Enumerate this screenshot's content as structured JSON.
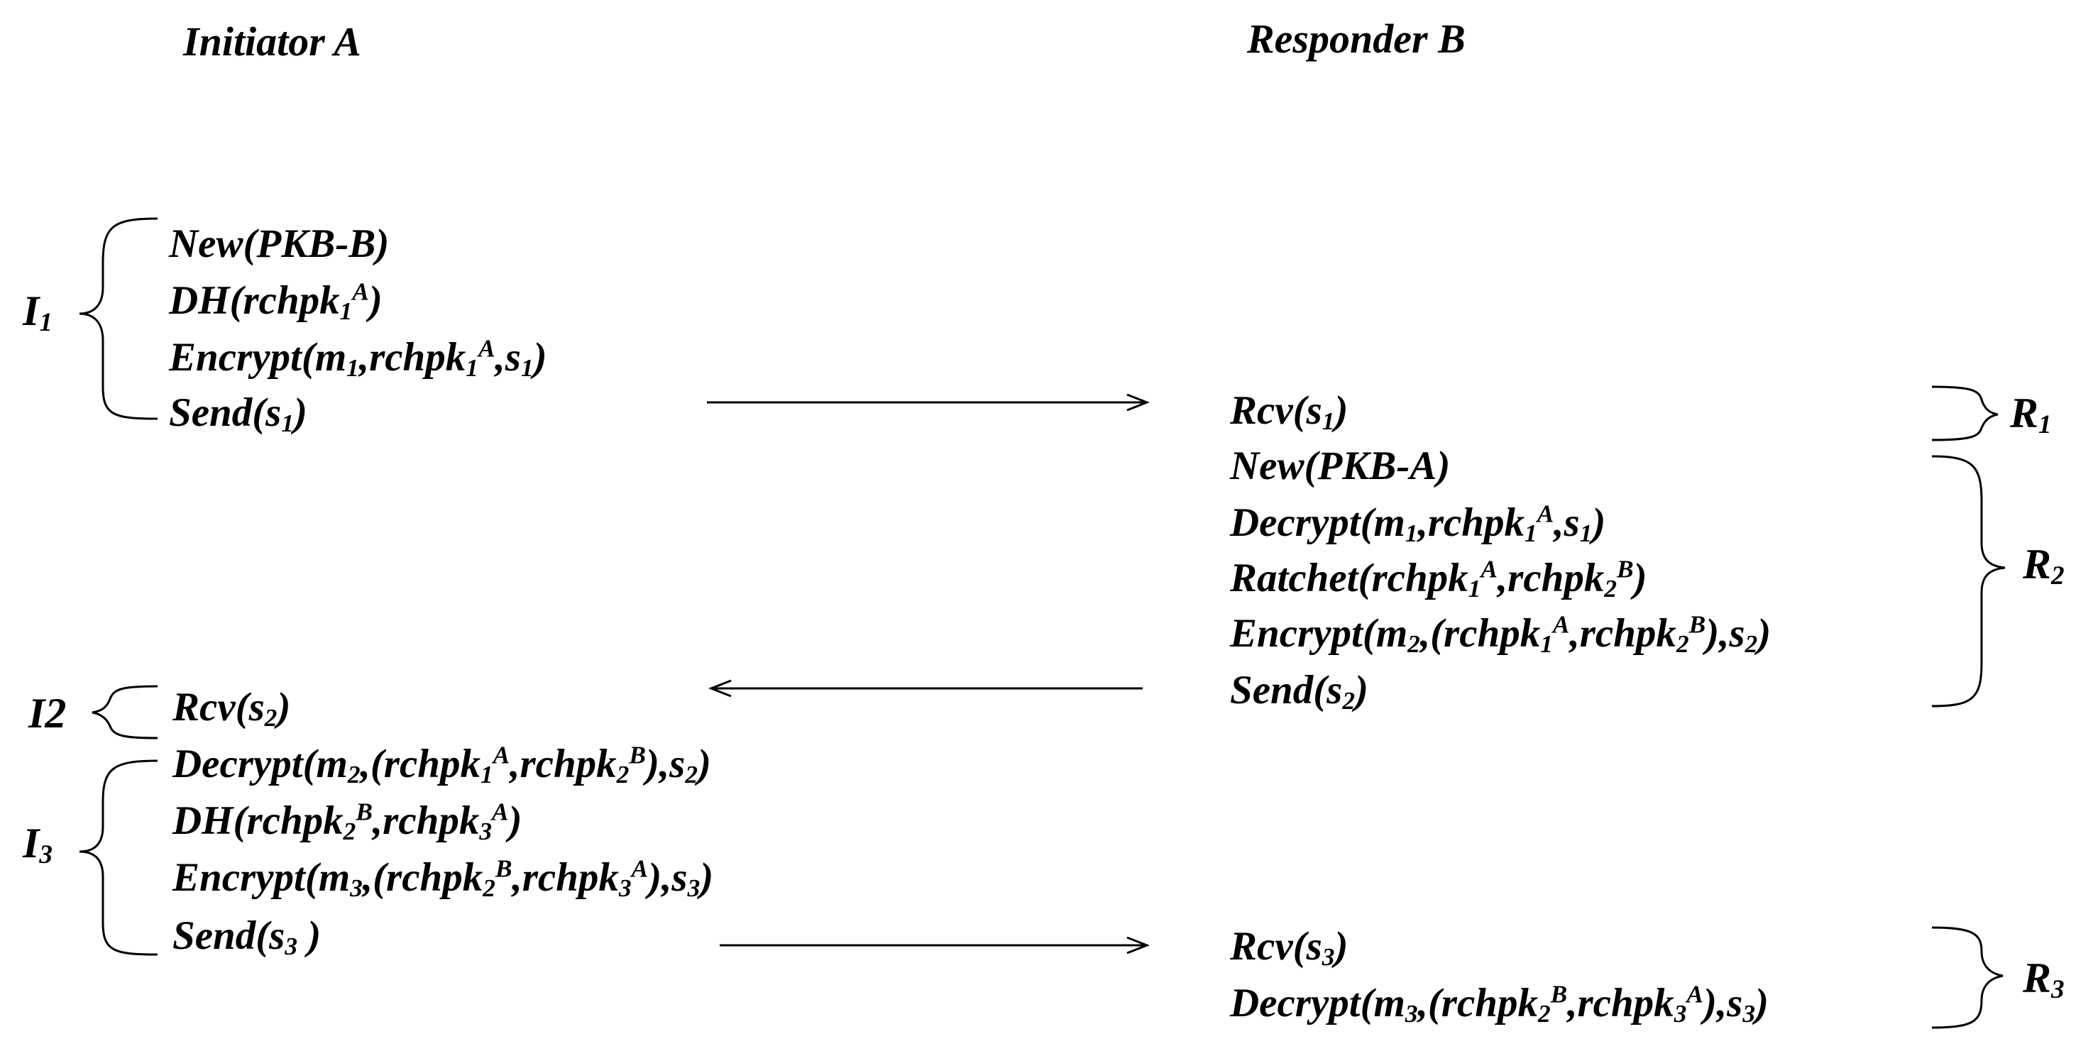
{
  "headers": {
    "initiator": "Initiator A",
    "responder": "Responder B"
  },
  "groups": {
    "i1": {
      "base": "I",
      "sub": "1"
    },
    "i2": {
      "text": "I2"
    },
    "i3": {
      "base": "I",
      "sub": "3"
    },
    "r1": {
      "base": "R",
      "sub": "1"
    },
    "r2": {
      "base": "R",
      "sub": "2"
    },
    "r3": {
      "base": "R",
      "sub": "3"
    }
  },
  "initiator_steps": [
    {
      "parts": [
        {
          "t": "New(PKB-B)"
        }
      ]
    },
    {
      "parts": [
        {
          "t": "DH(rchpk"
        },
        {
          "sub": "1"
        },
        {
          "sup": "A"
        },
        {
          "t": ")"
        }
      ]
    },
    {
      "parts": [
        {
          "t": "Encrypt(m"
        },
        {
          "sub": "1"
        },
        {
          "t": ",rchpk"
        },
        {
          "sub": "1"
        },
        {
          "sup": "A"
        },
        {
          "t": ",s"
        },
        {
          "sub": "1"
        },
        {
          "t": ")"
        }
      ]
    },
    {
      "parts": [
        {
          "t": "Send(s"
        },
        {
          "sub": "1"
        },
        {
          "t": ")"
        }
      ]
    },
    {
      "parts": [
        {
          "t": "Rcv(s"
        },
        {
          "sub": "2"
        },
        {
          "t": ")"
        }
      ]
    },
    {
      "parts": [
        {
          "t": "Decrypt(m"
        },
        {
          "sub": "2"
        },
        {
          "t": ",(rchpk"
        },
        {
          "sub": "1"
        },
        {
          "sup": "A"
        },
        {
          "t": ",rchpk"
        },
        {
          "sub": "2"
        },
        {
          "sup": "B"
        },
        {
          "t": "),s"
        },
        {
          "sub": "2"
        },
        {
          "t": ")"
        }
      ]
    },
    {
      "parts": [
        {
          "t": "DH(rchpk"
        },
        {
          "sub": "2"
        },
        {
          "sup": "B"
        },
        {
          "t": ",rchpk"
        },
        {
          "sub": "3"
        },
        {
          "sup": "A"
        },
        {
          "t": ")"
        }
      ]
    },
    {
      "parts": [
        {
          "t": "Encrypt(m"
        },
        {
          "sub": "3"
        },
        {
          "t": ",(rchpk"
        },
        {
          "sub": "2"
        },
        {
          "sup": "B"
        },
        {
          "t": ",rchpk"
        },
        {
          "sub": "3"
        },
        {
          "sup": "A"
        },
        {
          "t": "),s"
        },
        {
          "sub": "3"
        },
        {
          "t": ")"
        }
      ]
    },
    {
      "parts": [
        {
          "t": "Send(s"
        },
        {
          "sub": "3"
        },
        {
          "t": " )"
        }
      ]
    }
  ],
  "responder_steps": [
    {
      "parts": [
        {
          "t": "Rcv(s"
        },
        {
          "sub": "1"
        },
        {
          "t": ")"
        }
      ]
    },
    {
      "parts": [
        {
          "t": "New(PKB-A)"
        }
      ]
    },
    {
      "parts": [
        {
          "t": "Decrypt(m"
        },
        {
          "sub": "1"
        },
        {
          "t": ",rchpk"
        },
        {
          "sub": "1"
        },
        {
          "sup": "A"
        },
        {
          "t": ",s"
        },
        {
          "sub": "1"
        },
        {
          "t": ")"
        }
      ]
    },
    {
      "parts": [
        {
          "t": "Ratchet(rchpk"
        },
        {
          "sub": "1"
        },
        {
          "sup": "A"
        },
        {
          "t": ",rchpk"
        },
        {
          "sub": "2"
        },
        {
          "sup": "B"
        },
        {
          "t": ")"
        }
      ]
    },
    {
      "parts": [
        {
          "t": "Encrypt(m"
        },
        {
          "sub": "2"
        },
        {
          "t": ",(rchpk"
        },
        {
          "sub": "1"
        },
        {
          "sup": "A"
        },
        {
          "t": ",rchpk"
        },
        {
          "sub": "2"
        },
        {
          "sup": "B"
        },
        {
          "t": "),s"
        },
        {
          "sub": "2"
        },
        {
          "t": ")"
        }
      ]
    },
    {
      "parts": [
        {
          "t": "Send(s"
        },
        {
          "sub": "2"
        },
        {
          "t": ")"
        }
      ]
    },
    {
      "parts": [
        {
          "t": "Rcv(s"
        },
        {
          "sub": "3"
        },
        {
          "t": ")"
        }
      ]
    },
    {
      "parts": [
        {
          "t": "Decrypt(m"
        },
        {
          "sub": "3"
        },
        {
          "t": ",(rchpk"
        },
        {
          "sub": "2"
        },
        {
          "sup": "B"
        },
        {
          "t": ",rchpk"
        },
        {
          "sub": "3"
        },
        {
          "sup": "A"
        },
        {
          "t": "),s"
        },
        {
          "sub": "3"
        },
        {
          "t": ")"
        }
      ]
    }
  ],
  "colors": {
    "ink": "#000000",
    "background": "#ffffff"
  }
}
